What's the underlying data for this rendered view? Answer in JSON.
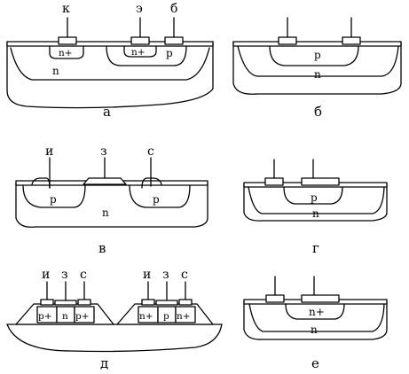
{
  "figure": {
    "a": {
      "caption": "а",
      "terminals": [
        "к",
        "э",
        "б"
      ],
      "regions": {
        "n_plus_1": "n+",
        "n_plus_2": "n+",
        "p": "p",
        "n": "n"
      }
    },
    "b": {
      "caption": "б",
      "regions": {
        "p": "p",
        "n": "n"
      }
    },
    "v": {
      "caption": "в",
      "terminals": [
        "и",
        "з",
        "с"
      ],
      "regions": {
        "p_left": "p",
        "n": "n",
        "p_right": "p"
      }
    },
    "g": {
      "caption": "г",
      "regions": {
        "p": "p",
        "n": "n"
      }
    },
    "d": {
      "caption": "д",
      "left_terminals": [
        "и",
        "з",
        "с"
      ],
      "right_terminals": [
        "и",
        "з",
        "с"
      ],
      "left_regions": [
        "p+",
        "n",
        "p+"
      ],
      "right_regions": [
        "n+",
        "p",
        "n+"
      ]
    },
    "e": {
      "caption": "е",
      "regions": {
        "n_plus": "n+",
        "n": "n"
      }
    }
  }
}
